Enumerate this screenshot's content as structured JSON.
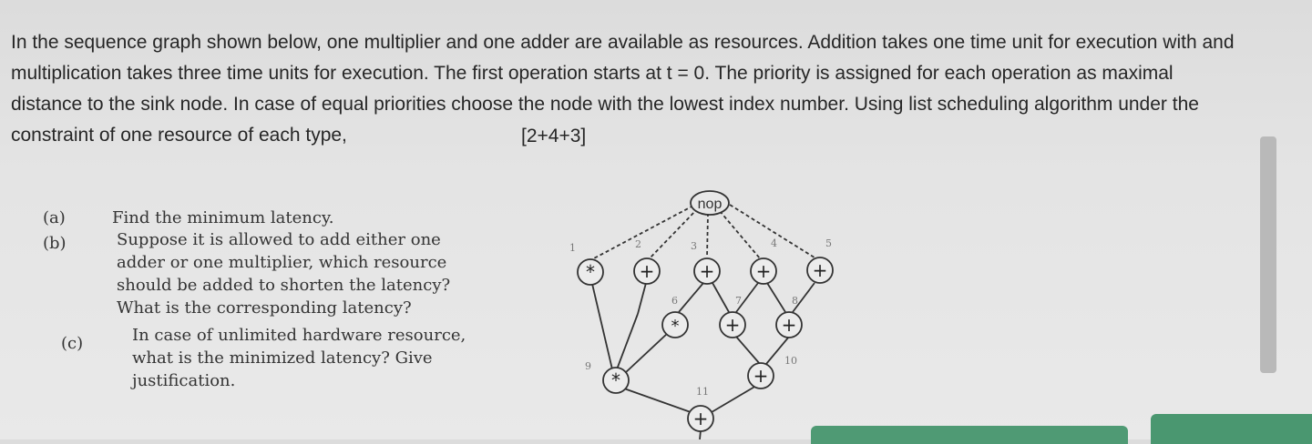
{
  "problem": {
    "line1": "In the sequence graph shown below, one multiplier and one adder are available as resources. Addition takes one time unit for execution with and",
    "line2": "multiplication takes three time units for execution. The first operation starts at t = 0. The priority is assigned for each operation as maximal",
    "line3": "distance to the sink node. In case of equal priorities choose the node with the lowest index number. Using list scheduling algorithm under the",
    "line4": "constraint of one resource of each type,",
    "marks": "[2+4+3]"
  },
  "questions": {
    "a_label": "(a)",
    "a_text": "Find the minimum latency.",
    "b_label": "(b)",
    "b_lines": [
      "Suppose it is allowed to add either one",
      "adder or one multiplier, which resource",
      "should be added to shorten the latency?",
      "What is the corresponding latency?"
    ],
    "c_label": "(c)",
    "c_lines": [
      "In case of unlimited hardware resource,",
      "what is the minimized latency? Give",
      "justification."
    ]
  },
  "graph": {
    "source": "nop",
    "nodes": [
      {
        "id": "1",
        "op": "*"
      },
      {
        "id": "2",
        "op": "+"
      },
      {
        "id": "3",
        "op": "+"
      },
      {
        "id": "4",
        "op": "+"
      },
      {
        "id": "5",
        "op": "+"
      },
      {
        "id": "6",
        "op": "*"
      },
      {
        "id": "7",
        "op": "+"
      },
      {
        "id": "8",
        "op": "+"
      },
      {
        "id": "9",
        "op": "*"
      },
      {
        "id": "10",
        "op": "+"
      },
      {
        "id": "11",
        "op": "+"
      }
    ]
  },
  "colors": {
    "accent_green": "#4f9a74"
  }
}
